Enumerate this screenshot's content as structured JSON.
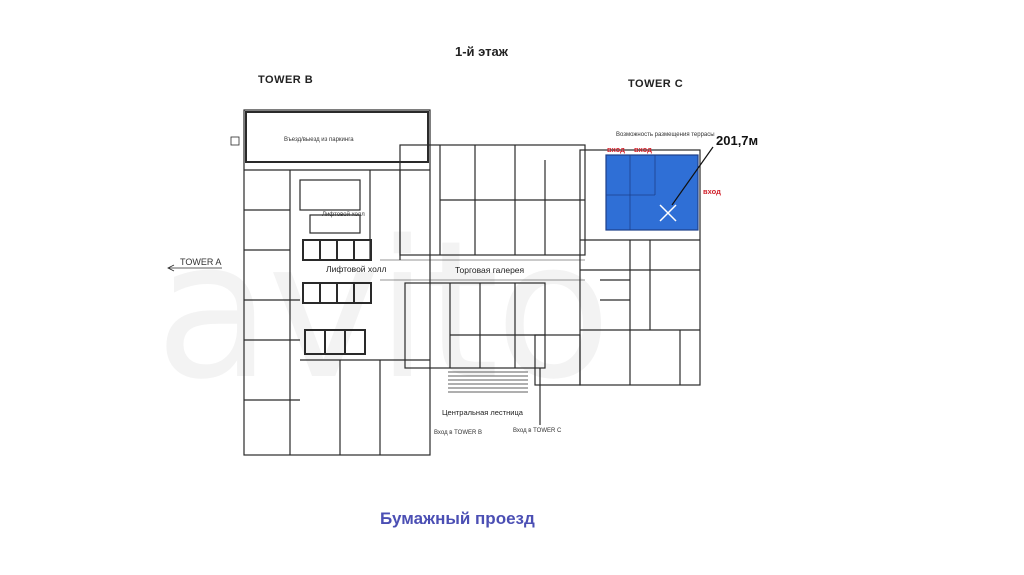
{
  "floor_title": "1-й этаж",
  "towers": {
    "b": "TOWER B",
    "c": "TOWER C",
    "a": "TOWER A"
  },
  "highlight": {
    "area": "201,7м",
    "terrace_note": "Возможность размещения террасы",
    "entrances": [
      "вход",
      "вход",
      "вход"
    ],
    "color": "#2f6fd6"
  },
  "labels": {
    "parking": "Въезд/выезд из паркинга",
    "lift_hall_small": "Лифтовой холл",
    "lift_hall": "Лифтовой холл",
    "gallery": "Торговая галерея",
    "stairs": "Центральная лестница",
    "entrance_b": "Вход в TOWER B",
    "entrance_c": "Вход в TOWER C"
  },
  "address": "Бумажный проезд"
}
